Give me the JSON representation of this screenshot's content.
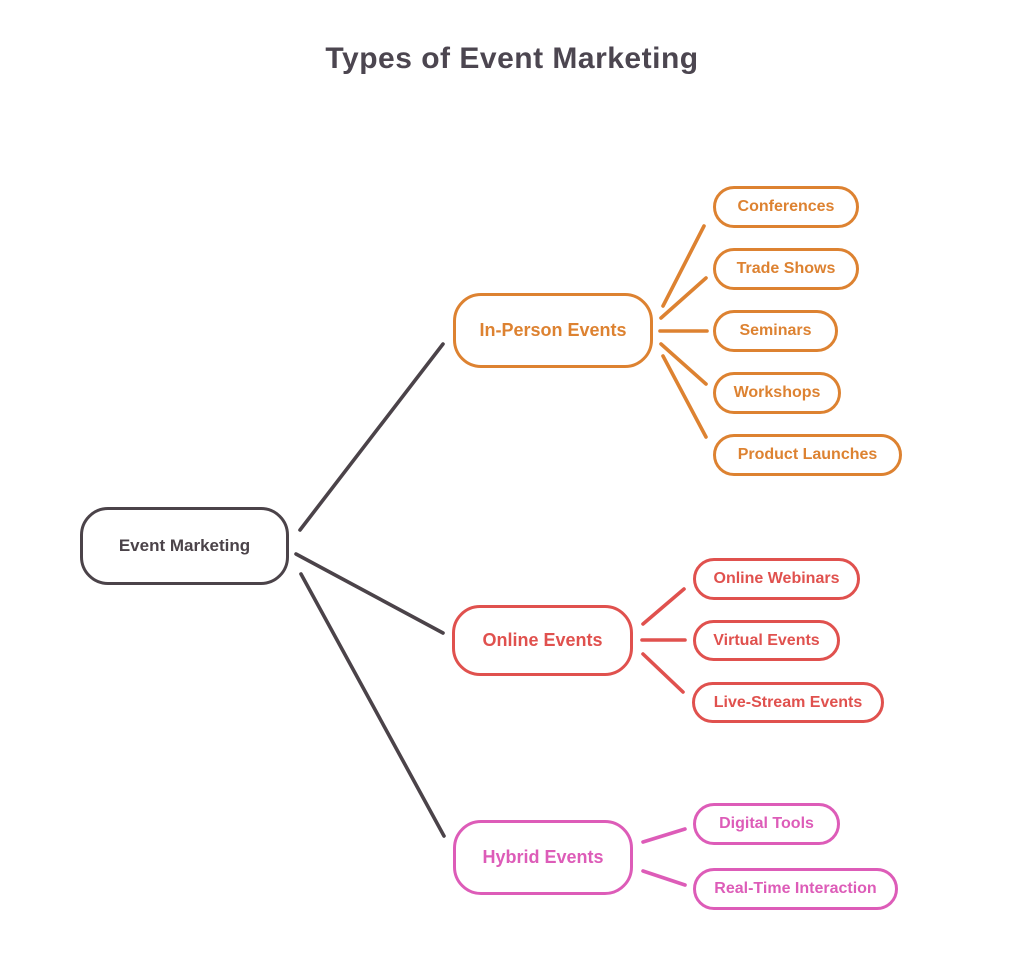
{
  "title": "Types of Event Marketing",
  "colors": {
    "root": "#4b4349",
    "title": "#4c4650",
    "orange": "#dd8231",
    "red": "#e0514e",
    "pink": "#dd5cb8",
    "background": "#ffffff"
  },
  "root": {
    "label": "Event Marketing"
  },
  "branches": [
    {
      "label": "In-Person Events",
      "color": "#dd8231",
      "children": [
        "Conferences",
        "Trade Shows",
        "Seminars",
        "Workshops",
        "Product Launches"
      ]
    },
    {
      "label": "Online Events",
      "color": "#e0514e",
      "children": [
        "Online Webinars",
        "Virtual Events",
        "Live-Stream Events"
      ]
    },
    {
      "label": "Hybrid Events",
      "color": "#dd5cb8",
      "children": [
        "Digital Tools",
        "Real-Time Interaction"
      ]
    }
  ]
}
